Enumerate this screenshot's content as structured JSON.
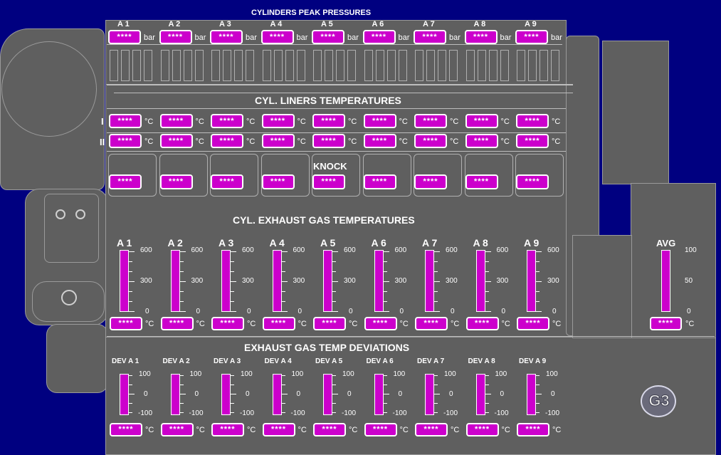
{
  "titles": {
    "peak_pressures": "CYLINDERS PEAK PRESSURES",
    "liners": "CYL. LINERS TEMPERATURES",
    "knock": "KNOCK",
    "exhaust": "CYL. EXHAUST GAS TEMPERATURES",
    "deviations": "EXHAUST GAS TEMP DEVIATIONS",
    "avg": "AVG",
    "badge": "G3"
  },
  "placeholder": "****",
  "units": {
    "pressure": "bar",
    "temp": "°C"
  },
  "rows": {
    "row1": "I",
    "row2": "II"
  },
  "cylinders": [
    "A 1",
    "A 2",
    "A 3",
    "A 4",
    "A 5",
    "A 6",
    "A 7",
    "A 8",
    "A 9"
  ],
  "cylinder_labels_large": [
    "A 1",
    "A 2",
    "A 3",
    "A 4",
    "A 5",
    "A 6",
    "A 7",
    "A 8",
    "A 9"
  ],
  "dev_labels": [
    "DEV A 1",
    "DEV A 2",
    "DEV A 3",
    "DEV A 4",
    "DEV A 5",
    "DEV A 6",
    "DEV A 7",
    "DEV A 8",
    "DEV A 9"
  ],
  "exhaust_scale": [
    "600",
    "300",
    "0"
  ],
  "avg_scale": [
    "100",
    "50",
    "0"
  ],
  "dev_scale": [
    "100",
    "0",
    "-100"
  ],
  "colors": {
    "background": "#000080",
    "engine": "#5f5f5f",
    "value_box": "#cc00cc"
  }
}
